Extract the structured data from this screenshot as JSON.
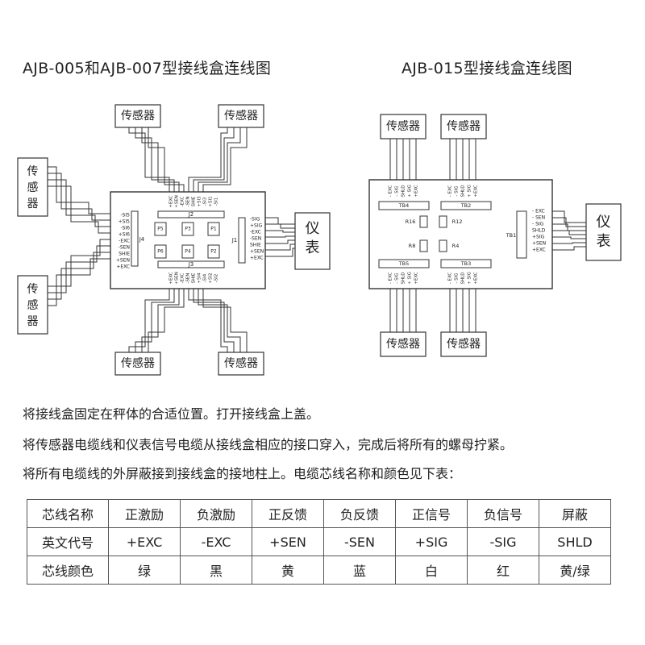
{
  "titles": {
    "left": "AJB-005和AJB-007型接线盒连线图",
    "right": "AJB-015型接线盒连线图"
  },
  "left_diagram": {
    "sensor": "传感器",
    "meter": "仪表",
    "connectors": {
      "j1": "J1",
      "j2": "J2",
      "j3": "J3",
      "j4": "J4"
    },
    "pots": [
      "P1",
      "P2",
      "P3",
      "P4",
      "P5",
      "P6"
    ],
    "j4_pins": [
      "-SI5",
      "+SI5",
      "-SI6",
      "+SI6",
      "-EXC",
      "-SEN",
      "SHIE",
      "+SEN",
      "+EXC"
    ],
    "j1_pins": [
      "-SIG",
      "+SIG",
      "-EXC",
      "-SEN",
      "SHIE",
      "+SEN",
      "+EXC"
    ],
    "j2_pins": [
      "-SI1",
      "+SI1",
      "-SI3",
      "+SI3",
      "SHIE",
      "-SEN",
      "-EXC",
      "+SEN",
      "+EXC"
    ],
    "j3_pins": [
      "-SI2",
      "+SI2",
      "-SI4",
      "+SI4",
      "SHIE",
      "-SEN",
      "-EXC",
      "+SEN",
      "+EXC"
    ]
  },
  "right_diagram": {
    "sensor": "传感器",
    "meter": "仪表",
    "terminals": {
      "tb1": "TB1",
      "tb2": "TB2",
      "tb3": "TB3",
      "tb4": "TB4",
      "tb5": "TB5"
    },
    "resistors": {
      "r16": "R16",
      "r12": "R12",
      "r8": "R8",
      "r4": "R4"
    },
    "tb_pins": [
      "- EXC",
      "- SIG",
      "SHLD",
      "+ SIG",
      "+EXC"
    ],
    "tb1_pins": [
      "- EXC",
      "- SEN",
      "- SIG",
      "SHLD",
      "+SIG",
      "+SEN",
      "+EXC"
    ]
  },
  "instructions": [
    "将接线盒固定在秤体的合适位置。打开接线盒上盖。",
    "将传感器电缆线和仪表信号电缆从接线盒相应的接口穿入，完成后将所有的螺母拧紧。",
    "将所有电缆线的外屏蔽接到接线盒的接地柱上。电缆芯线名称和颜色见下表："
  ],
  "wire_table": {
    "rows": [
      {
        "label": "芯线名称",
        "cells": [
          "正激励",
          "负激励",
          "正反馈",
          "负反馈",
          "正信号",
          "负信号",
          "屏蔽"
        ]
      },
      {
        "label": "英文代号",
        "cells": [
          "+EXC",
          "-EXC",
          "+SEN",
          "-SEN",
          "+SIG",
          "-SIG",
          "SHLD"
        ]
      },
      {
        "label": "芯线颜色",
        "cells": [
          "绿",
          "黑",
          "黄",
          "蓝",
          "白",
          "红",
          "黄/绿"
        ]
      }
    ]
  }
}
